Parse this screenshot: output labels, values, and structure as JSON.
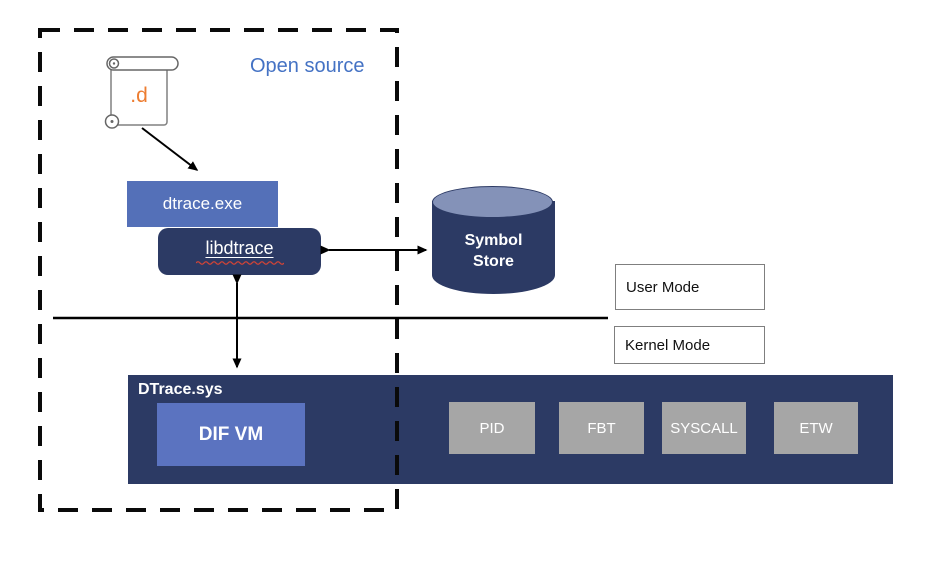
{
  "annotations": {
    "open_source": "Open source"
  },
  "script_file": {
    "label": ".d"
  },
  "boxes": {
    "dtrace_exe": "dtrace.exe",
    "libdtrace": "libdtrace",
    "dtrace_sys": "DTrace.sys",
    "dif_vm": "DIF VM"
  },
  "symbol_store": {
    "line1": "Symbol",
    "line2": "Store"
  },
  "modes": {
    "user": "User Mode",
    "kernel": "Kernel Mode"
  },
  "providers": [
    "PID",
    "FBT",
    "SYSCALL",
    "ETW"
  ],
  "colors": {
    "navy": "#2c3a64",
    "medium_blue": "#5470b8",
    "dif_blue": "#5b73c0",
    "cylinder_top": "#8492b8",
    "gray_box": "#a6a6a6",
    "accent_blue": "#4472c4",
    "orange": "#ed7d31",
    "border_gray": "#7f7f7f",
    "squiggle_red": "#d04437"
  }
}
